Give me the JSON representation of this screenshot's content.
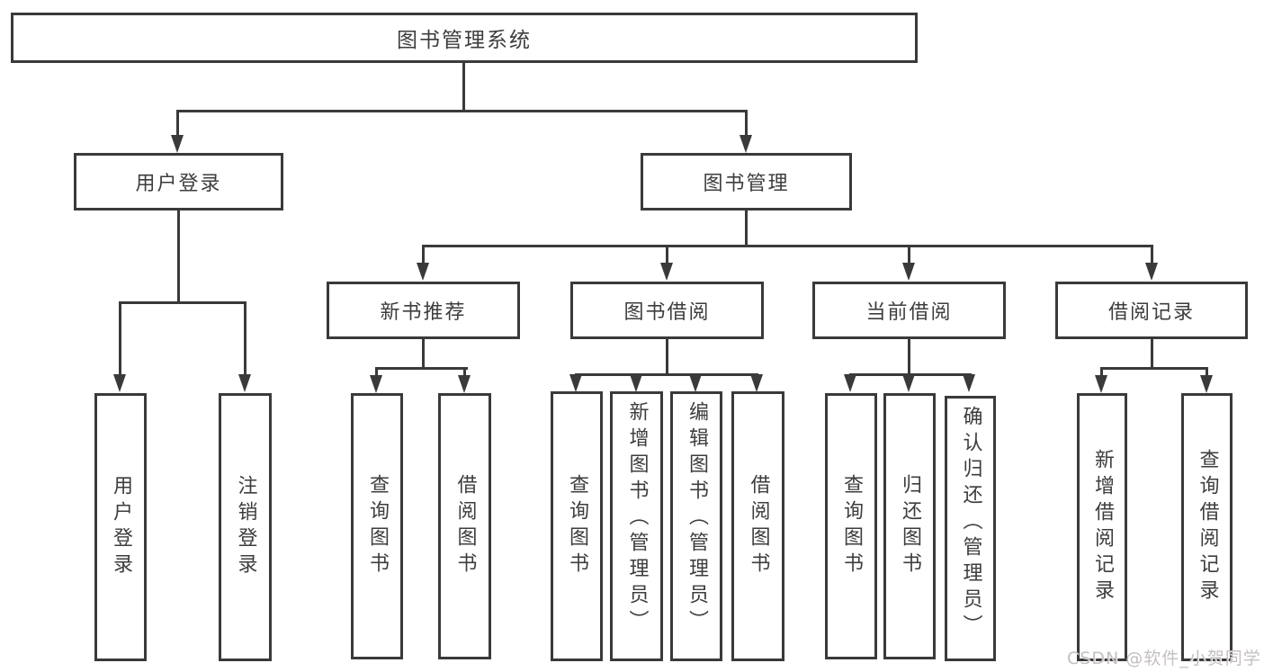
{
  "diagram": {
    "root": {
      "label": "图书管理系统"
    },
    "branches": [
      {
        "label": "用户登录",
        "children": [
          {
            "label": "用户登录"
          },
          {
            "label": "注销登录"
          }
        ]
      },
      {
        "label": "图书管理",
        "children": [
          {
            "label": "新书推荐",
            "children": [
              {
                "label": "查询图书"
              },
              {
                "label": "借阅图书"
              }
            ]
          },
          {
            "label": "图书借阅",
            "children": [
              {
                "label": "查询图书"
              },
              {
                "label": "新增图书（管理员）"
              },
              {
                "label": "编辑图书（管理员）"
              },
              {
                "label": "借阅图书"
              }
            ]
          },
          {
            "label": "当前借阅",
            "children": [
              {
                "label": "查询图书"
              },
              {
                "label": "归还图书"
              },
              {
                "label": "确认归还（管理员）"
              }
            ]
          },
          {
            "label": "借阅记录",
            "children": [
              {
                "label": "新增借阅记录"
              },
              {
                "label": "查询借阅记录"
              }
            ]
          }
        ]
      }
    ]
  },
  "watermark": {
    "text": "CSDN @软件_小贺同学"
  },
  "colors": {
    "line": "#3a3a3a",
    "text": "#3d3d3d",
    "watermark": "#c5bfbf",
    "background": "#ffffff"
  }
}
